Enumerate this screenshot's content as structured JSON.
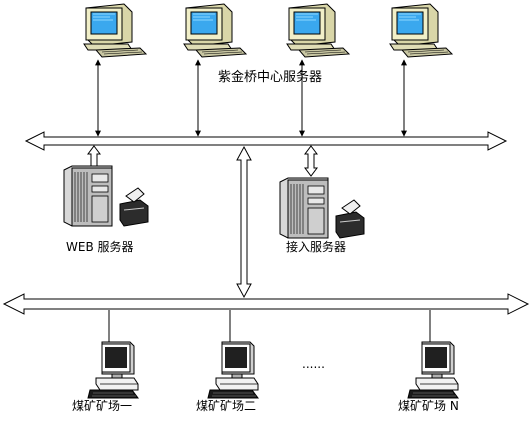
{
  "labels": {
    "center": "紫金桥中心服务器",
    "web_server": "WEB 服务器",
    "access_server": "接入服务器",
    "mine1": "煤矿矿场一",
    "mine2": "煤矿矿场二",
    "mineN": "煤矿矿场 N",
    "ellipsis": "......"
  },
  "colors": {
    "line": "#000000",
    "screen": "#3aa8ee",
    "monitor_beige": "#f1efc8",
    "server_gray": "#b0b0b0",
    "dark_screen": "#202020"
  }
}
